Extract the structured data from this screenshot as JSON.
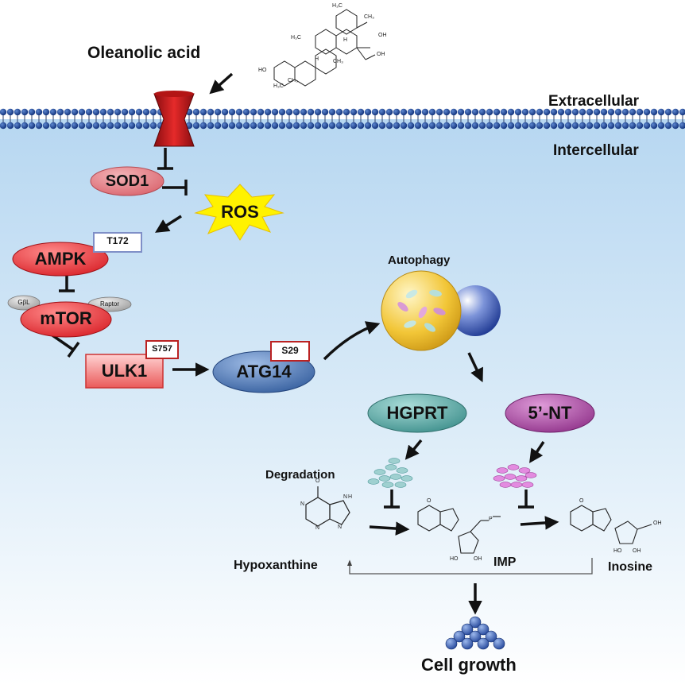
{
  "labels": {
    "oleanolic_acid": "Oleanolic acid",
    "extracellular": "Extracellular",
    "intercellular": "Intercellular",
    "autophagy": "Autophagy",
    "degradation": "Degradation",
    "hypoxanthine": "Hypoxanthine",
    "imp": "IMP",
    "inosine": "Inosine",
    "cell_growth": "Cell growth"
  },
  "nodes": {
    "sod1": "SOD1",
    "ros": "ROS",
    "ampk": "AMPK",
    "mtor": "mTOR",
    "gbl": "GβL",
    "raptor": "Raptor",
    "ulk1": "ULK1",
    "atg14": "ATG14",
    "hgprt": "HGPRT",
    "nt5": "5’-NT"
  },
  "tags": {
    "ampk": "T172",
    "ulk1": "S757",
    "atg14": "S29"
  },
  "chem": {
    "oa_h3c_top": "H₃C",
    "oa_ch3_top": "CH₃",
    "oa_h3c_mid": "H₃C",
    "oa_h_1": "H",
    "oa_h_2": "H",
    "oa_oh": "OH",
    "oa_ch3_mid": "CH₃",
    "oa_cooh": "OH",
    "oa_ho": "HO",
    "oa_h3c_bot": "H₃C",
    "oa_ch3_bot": "CH₃",
    "hx_o": "O",
    "hx_n1": "N",
    "hx_n3": "N",
    "hx_n7": "N",
    "hx_n9": "N",
    "hx_h": "H",
    "imp_o": "O",
    "imp_ho1": "HO",
    "imp_oh": "OH",
    "imp_p": "P",
    "inos_o": "O",
    "inos_oh": "OH",
    "inos_ho": "HO",
    "inos_oh2": "OH"
  },
  "colors": {
    "membrane": "#1f4f9a",
    "cytoplasm_top": "#b9d9f2",
    "cytoplasm_bottom": "#ffffff",
    "channel": "#cc1a1a",
    "sod1": "#e07b82",
    "ros": "#fff200",
    "ampk": "#e8353a",
    "mtor": "#e8353a",
    "ulk1": "#f06b6b",
    "atg14": "#4b72ad",
    "hgprt": "#4fa5a2",
    "nt5": "#a94aa0",
    "autophagosome": "#f2c230",
    "lysosome": "#1a3a9a"
  },
  "icons": [
    "membrane-channel-icon",
    "autophagosome-icon",
    "lysosome-icon",
    "cell-cluster-icon"
  ]
}
